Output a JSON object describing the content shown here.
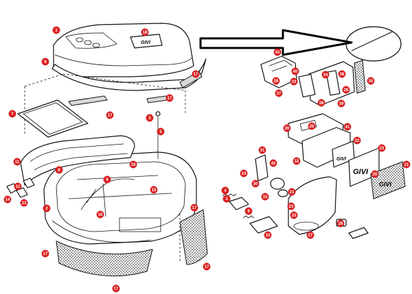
{
  "diagram": {
    "brand_mark": "GIVI",
    "callouts": [
      "1",
      "18",
      "6",
      "17",
      "7",
      "17",
      "17",
      "3",
      "5",
      "11",
      "9",
      "18",
      "19",
      "8",
      "13",
      "12",
      "16",
      "14",
      "2",
      "17",
      "17",
      "17",
      "17",
      "43",
      "40",
      "34",
      "36",
      "35",
      "41",
      "37",
      "39",
      "38",
      "29",
      "33",
      "28",
      "26",
      "25",
      "31",
      "32",
      "24",
      "42",
      "30",
      "23",
      "22",
      "21",
      "20",
      "4",
      "3",
      "9",
      "10",
      "15",
      "23",
      "21",
      "27",
      "28",
      "15"
    ]
  }
}
